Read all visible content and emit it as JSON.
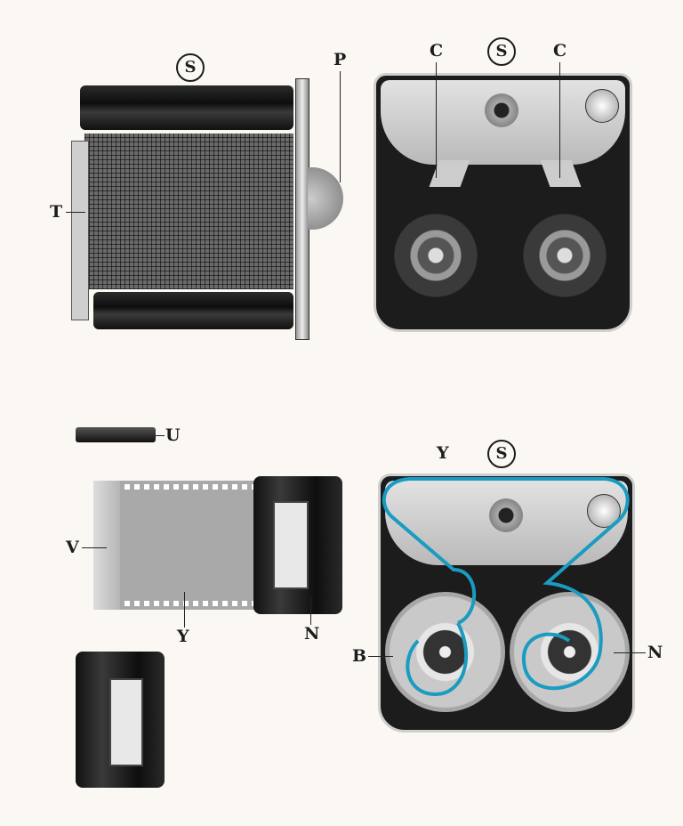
{
  "labels": {
    "s_top_left": "S",
    "s_top_right": "S",
    "s_bottom_right": "S",
    "p": "P",
    "c_left": "C",
    "c_right": "C",
    "t": "T",
    "u": "U",
    "y_top": "Y",
    "v": "V",
    "y_film": "Y",
    "n_cassette": "N",
    "b": "B",
    "n_spool": "N"
  },
  "colors": {
    "film_path": "#1a9bc0",
    "background": "#fbf8f4"
  }
}
